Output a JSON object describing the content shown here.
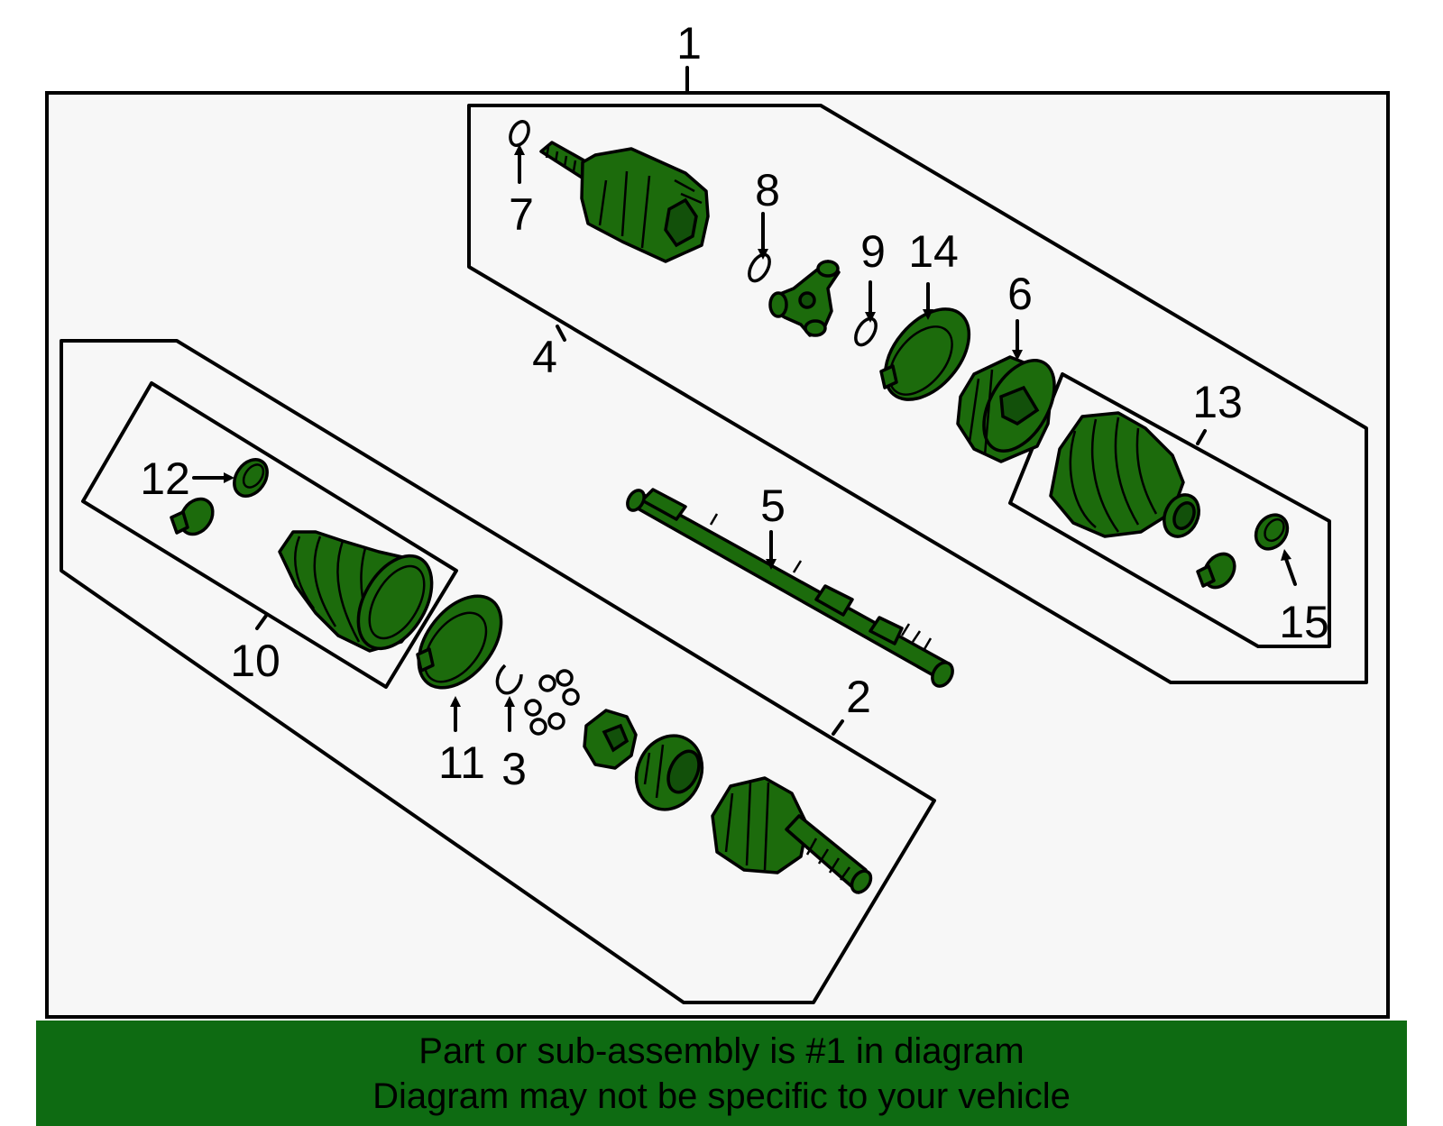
{
  "colors": {
    "part_fill": "#1c6b0c",
    "panel_background": "#f7f7f7",
    "banner_background": "#0e6b12",
    "outline": "#000000"
  },
  "callouts": {
    "c1": "1",
    "c2": "2",
    "c3": "3",
    "c4": "4",
    "c5": "5",
    "c6": "6",
    "c7": "7",
    "c8": "8",
    "c9": "9",
    "c10": "10",
    "c11": "11",
    "c12": "12",
    "c13": "13",
    "c14": "14",
    "c15": "15"
  },
  "banner": {
    "line1": "Part or sub-assembly is #1 in diagram",
    "line2": "Diagram may not be specific to your vehicle"
  }
}
